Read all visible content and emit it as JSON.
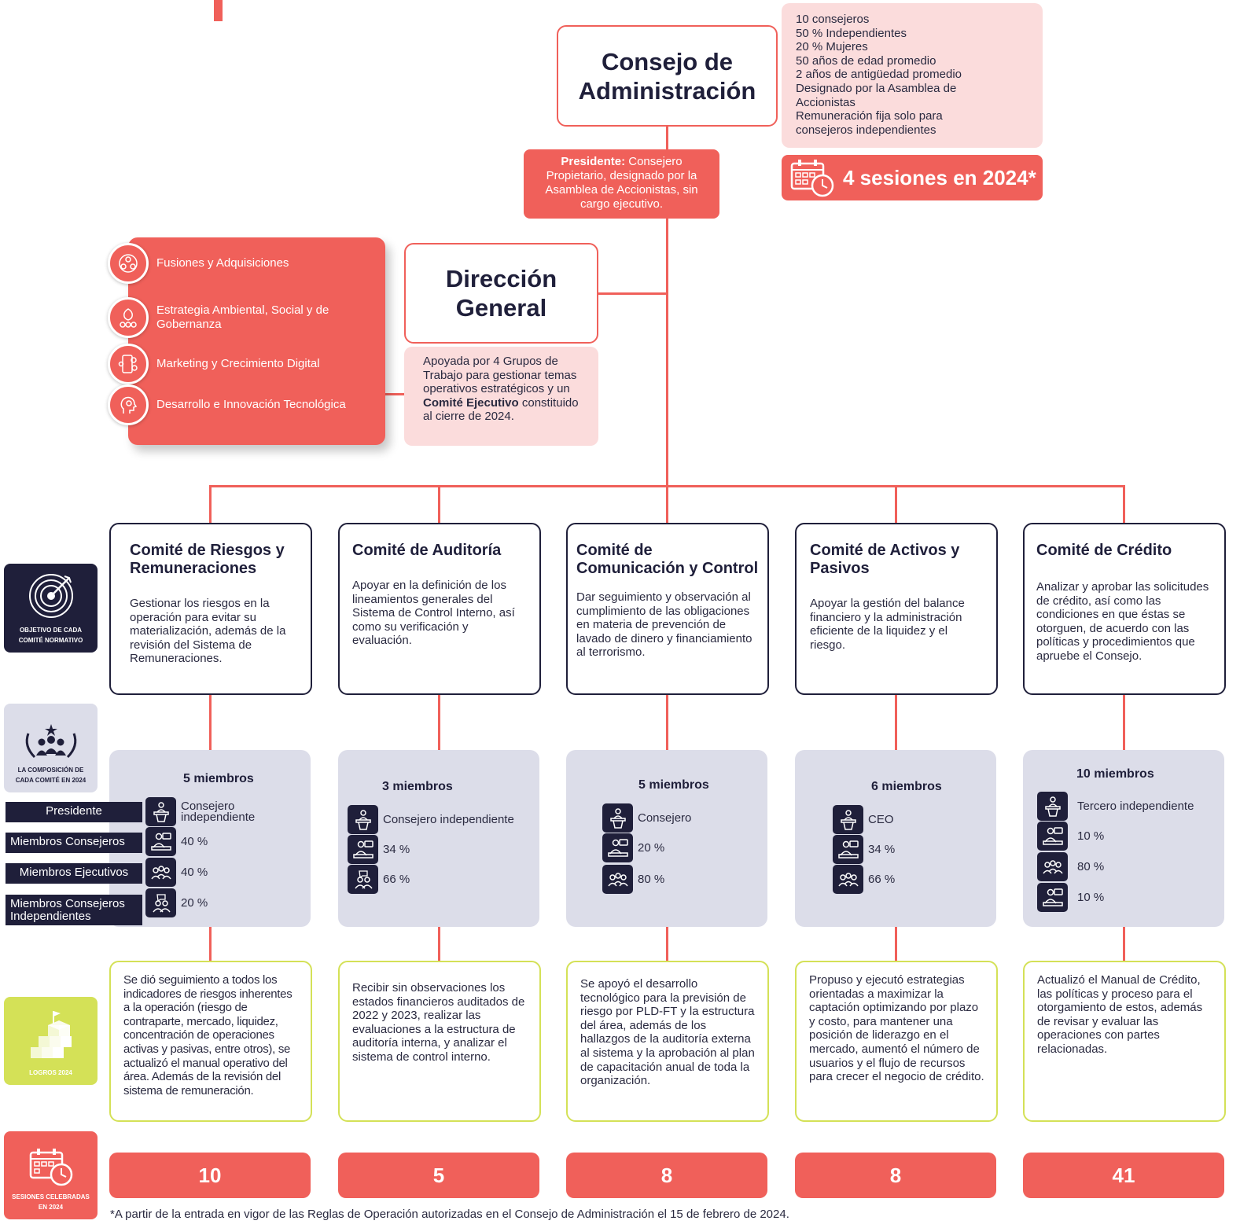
{
  "board": {
    "title_line1": "Consejo de",
    "title_line2": "Administración",
    "stats": [
      "10 consejeros",
      "50 % Independientes",
      "20 % Mujeres",
      "50 años de edad promedio",
      "2 años de antigüedad promedio",
      "Designado por la Asamblea de Accionistas",
      "Remuneración fija solo para consejeros independientes"
    ],
    "sessions": "4 sesiones en 2024*",
    "president_label": "Presidente:",
    "president_text": " Consejero Propietario, designado por la Asamblea de Accionistas, sin cargo ejecutivo."
  },
  "direccion": {
    "title_line1": "Dirección",
    "title_line2": "General",
    "note_pre": "Apoyada por 4 Grupos de Trabajo para gestionar temas operativos estratégicos y un ",
    "note_bold": "Comité Ejecutivo",
    "note_post": " constituido al cierre de 2024."
  },
  "work_groups": [
    {
      "label": "Fusiones y Adquisiciones",
      "icon": "handshake-icon"
    },
    {
      "label": "Estrategia Ambiental, Social y de Gobernanza",
      "icon": "esg-icon"
    },
    {
      "label": "Marketing y Crecimiento Digital",
      "icon": "digital-icon"
    },
    {
      "label": "Desarrollo e Innovación Tecnológica",
      "icon": "innovation-icon"
    }
  ],
  "side_labels": {
    "objective": "OBJETIVO DE CADA COMITÉ NORMATIVO",
    "composition": "LA COMPOSICIÓN DE CADA COMITÉ EN 2024",
    "achievements": "LOGROS 2024",
    "sessions": "SESIONES CELEBRADAS EN 2024"
  },
  "legend": [
    "Presidente",
    "Miembros Consejeros",
    "Miembros Ejecutivos",
    "Miembros Consejeros Independientes"
  ],
  "committees": [
    {
      "title": "Comité de Riesgos y Remuneraciones",
      "objective": "Gestionar los riesgos en la operación para evitar su materialización, además de la revisión del Sistema de Remuneraciones.",
      "members": "5 miembros",
      "rows": [
        "Consejero independiente",
        "40 %",
        "40 %",
        "20 %"
      ],
      "achievement": "Se dió seguimiento a todos los indicadores de riesgos inherentes a la operación (riesgo de contraparte, mercado, liquidez, concentración de operaciones activas y pasivas, entre otros), se actualizó el manual operativo del área. Además de la revisión del sistema de remuneración.",
      "sessions": "10"
    },
    {
      "title": "Comité de Auditoría",
      "objective": "Apoyar en la definición de los lineamientos generales del Sistema de Control Interno, así como su verificación y evaluación.",
      "members": "3 miembros",
      "rows": [
        "Consejero independiente",
        "34 %",
        "66 %"
      ],
      "achievement": "Recibir sin observaciones los estados financieros auditados de 2022 y 2023, realizar las evaluaciones a la estructura de auditoría interna, y analizar el sistema de control interno.",
      "sessions": "5"
    },
    {
      "title": "Comité de Comunicación y Control",
      "objective": "Dar seguimiento y observación al cumplimiento de las obligaciones en materia de prevención de lavado de dinero y financiamiento al terrorismo.",
      "members": "5 miembros",
      "rows": [
        "Consejero",
        "20 %",
        "80 %"
      ],
      "achievement": "Se apoyó el desarrollo tecnológico para la previsión de riesgo por PLD-FT y la estructura del área, además de los hallazgos de la auditoría externa al sistema y la aprobación al plan de capacitación anual de toda la organización.",
      "sessions": "8"
    },
    {
      "title": "Comité de Activos y Pasivos",
      "objective": "Apoyar la gestión del balance financiero y la administración eficiente de la liquidez y el riesgo.",
      "members": "6 miembros",
      "rows": [
        "CEO",
        "34 %",
        "66 %"
      ],
      "achievement": "Propuso y ejecutó estrategias orientadas a maximizar la captación optimizando por plazo y costo, para mantener una posición de liderazgo en el mercado, aumentó el número de usuarios y el flujo de recursos para crecer el negocio de crédito.",
      "sessions": "8"
    },
    {
      "title": "Comité de Crédito",
      "objective": "Analizar y aprobar las solicitudes de crédito, así como las condiciones en que éstas se otorguen, de acuerdo con las políticas y procedimientos que apruebe el Consejo.",
      "members": "10 miembros",
      "rows": [
        "Tercero independiente",
        "10 %",
        "80 %",
        "10 %"
      ],
      "achievement": "Actualizó el Manual de Crédito, las políticas y proceso para el otorgamiento de estos, además de revisar y evaluar las operaciones con partes relacionadas.",
      "sessions": "41"
    }
  ],
  "footnote": "*A partir de la entrada en vigor de las Reglas de Operación autorizadas en el Consejo de Administración el 15 de febrero de 2024.",
  "colors": {
    "accent": "#f0605a",
    "navy": "#1f1f3a",
    "pink": "#fbdcdc",
    "lavender": "#dcdde9",
    "lime": "#d4e157"
  }
}
